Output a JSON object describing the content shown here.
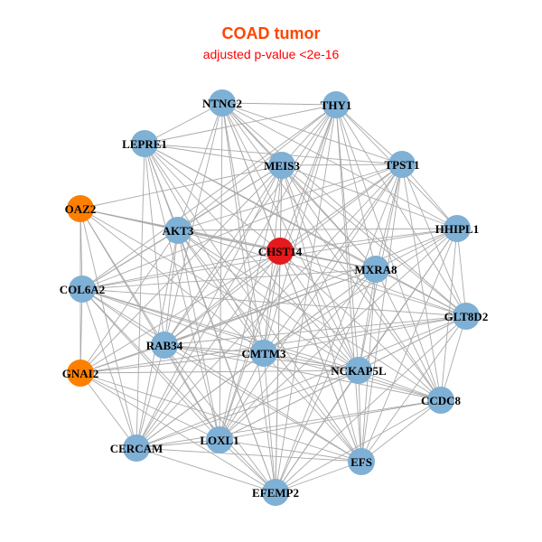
{
  "title": "COAD tumor",
  "subtitle": "adjusted p-value <2e-16",
  "colors": {
    "default": "#7fb0d5",
    "highlight": "#e41a1c",
    "secondary": "#ff7f00",
    "edge": "#aaaaaa"
  },
  "nodes": [
    {
      "label": "NTNG2",
      "group": "default"
    },
    {
      "label": "THY1",
      "group": "default"
    },
    {
      "label": "LEPRE1",
      "group": "default"
    },
    {
      "label": "MEIS3",
      "group": "default"
    },
    {
      "label": "TPST1",
      "group": "default"
    },
    {
      "label": "OAZ2",
      "group": "secondary"
    },
    {
      "label": "AKT3",
      "group": "default"
    },
    {
      "label": "CHST14",
      "group": "highlight"
    },
    {
      "label": "HHIPL1",
      "group": "default"
    },
    {
      "label": "MXRA8",
      "group": "default"
    },
    {
      "label": "COL6A2",
      "group": "default"
    },
    {
      "label": "GLT8D2",
      "group": "default"
    },
    {
      "label": "RAB34",
      "group": "default"
    },
    {
      "label": "CMTM3",
      "group": "default"
    },
    {
      "label": "NCKAP5L",
      "group": "default"
    },
    {
      "label": "GNAI2",
      "group": "secondary"
    },
    {
      "label": "CCDC8",
      "group": "default"
    },
    {
      "label": "CERCAM",
      "group": "default"
    },
    {
      "label": "LOXL1",
      "group": "default"
    },
    {
      "label": "EFS",
      "group": "default"
    },
    {
      "label": "EFEMP2",
      "group": "default"
    }
  ],
  "adjacency": [
    [
      1,
      2,
      3,
      4,
      6,
      7,
      8,
      9,
      11,
      12,
      13,
      14,
      16,
      18,
      19,
      20
    ],
    [
      2,
      3,
      4,
      6,
      7,
      8,
      9,
      10,
      11,
      12,
      13,
      14,
      16,
      17,
      18,
      19,
      20
    ],
    [
      3,
      4,
      6,
      7,
      9,
      11,
      12,
      13,
      14,
      17,
      18,
      19,
      20
    ],
    [
      4,
      5,
      6,
      7,
      8,
      9,
      10,
      11,
      12,
      13,
      14,
      15,
      16,
      17,
      18,
      19,
      20
    ],
    [
      6,
      7,
      8,
      9,
      10,
      11,
      12,
      13,
      14,
      16,
      17,
      18,
      19,
      20
    ],
    [
      6,
      7,
      9,
      10,
      12,
      13,
      14,
      15,
      17,
      18
    ],
    [
      7,
      8,
      9,
      10,
      11,
      12,
      13,
      14,
      15,
      16,
      17,
      18,
      19,
      20
    ],
    [
      8,
      9,
      10,
      11,
      12,
      13,
      14,
      15,
      16,
      17,
      18,
      19,
      20
    ],
    [
      9,
      10,
      11,
      12,
      13,
      14,
      16,
      18,
      19,
      20
    ],
    [
      10,
      11,
      12,
      13,
      14,
      15,
      16,
      17,
      18,
      19,
      20
    ],
    [
      11,
      12,
      13,
      14,
      15,
      16,
      17,
      18,
      19,
      20
    ],
    [
      12,
      13,
      14,
      15,
      16,
      17,
      18,
      19,
      20
    ],
    [
      13,
      14,
      15,
      16,
      17,
      18,
      19,
      20
    ],
    [
      14,
      15,
      16,
      17,
      18,
      19,
      20
    ],
    [
      15,
      16,
      17,
      18,
      19,
      20
    ],
    [
      17,
      18,
      19,
      20
    ],
    [
      17,
      18,
      19,
      20
    ],
    [
      18,
      19,
      20
    ],
    [
      19,
      20
    ],
    [
      20
    ],
    []
  ]
}
